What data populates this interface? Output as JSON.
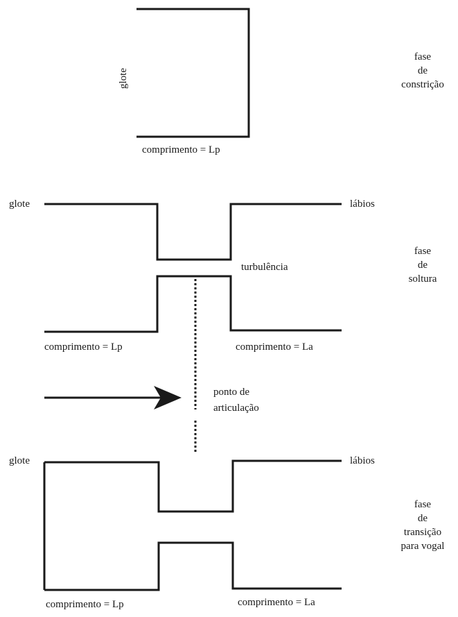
{
  "phases": {
    "constriction": [
      "fase",
      "de",
      "constrição"
    ],
    "release": [
      "fase",
      "de",
      "soltura"
    ],
    "transition": [
      "fase",
      "de",
      "transição",
      "para vogal"
    ]
  },
  "top_panel": {
    "glote": "glote",
    "length": "comprimento = Lp"
  },
  "mid_panel": {
    "glote": "glote",
    "labios": "lábios",
    "turbulence": "turbulência",
    "length_back": "comprimento = Lp",
    "length_front": "comprimento = La"
  },
  "articulation": {
    "line1": "ponto de",
    "line2": "articulação"
  },
  "bottom_panel": {
    "glote": "glote",
    "labios": "lábios",
    "length_back": "comprimento = Lp",
    "length_front": "comprimento = La"
  },
  "colors": {
    "stroke": "#1a1a1a"
  }
}
